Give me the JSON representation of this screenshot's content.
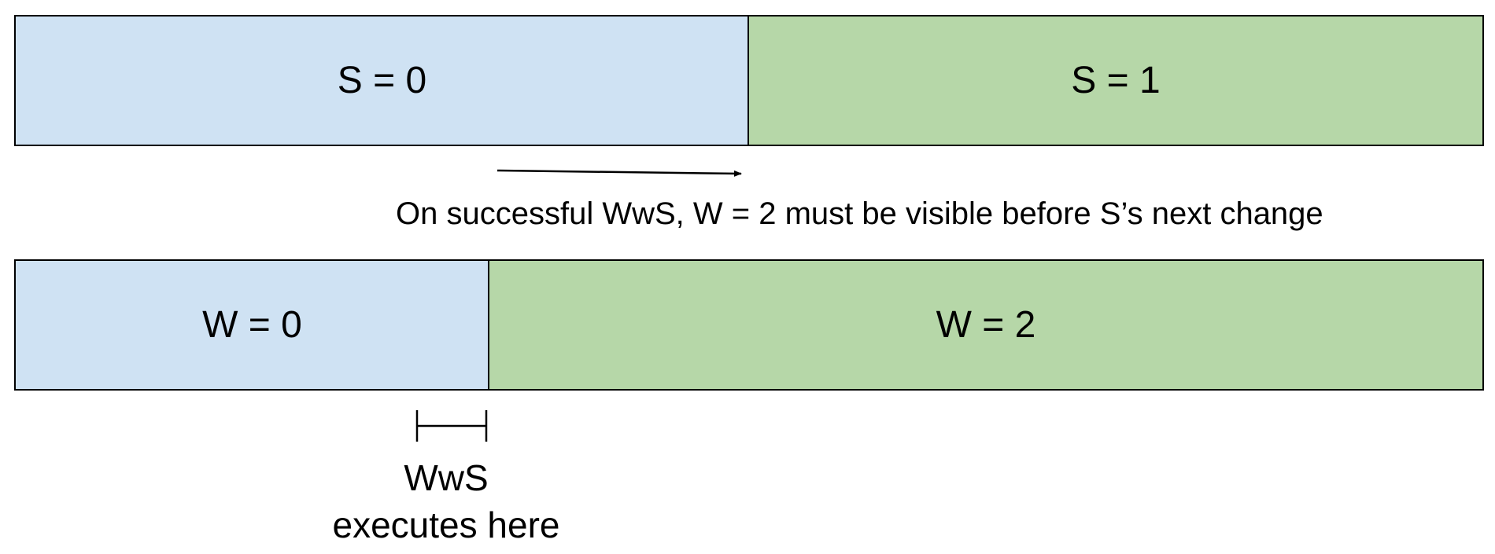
{
  "colors": {
    "initial_state": "#cfe2f3",
    "changed_state": "#b6d7a8",
    "stroke": "#000000"
  },
  "s_timeline": {
    "segments": [
      {
        "label": "S = 0"
      },
      {
        "label": "S = 1"
      }
    ]
  },
  "annotation": {
    "text": "On successful WwS, W = 2 must be visible before S’s next change"
  },
  "w_timeline": {
    "segments": [
      {
        "label": "W = 0"
      },
      {
        "label": "W = 2"
      }
    ]
  },
  "interval": {
    "line1": "WwS",
    "line2": "executes here"
  }
}
